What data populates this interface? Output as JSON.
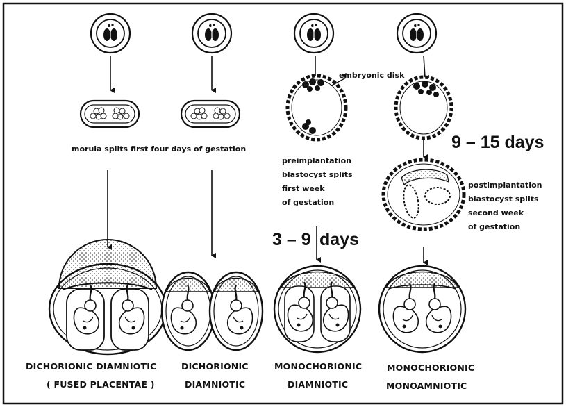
{
  "labels": {
    "morula_splits": "morula splits first four days of gestation",
    "embryonic_disk": "embryonic disk",
    "preimplantation_lines": [
      "preimplantation",
      "blastocyst splits",
      "first week",
      "of gestation"
    ],
    "postimplantation_lines": [
      "postimplantation",
      "blastocyst splits",
      "second week",
      "of gestation"
    ],
    "days_3_9_prefix": "3 – 9",
    "days_3_9_suffix": "days",
    "days_9_15": "9 – 15 days"
  },
  "captions": {
    "dichorionic_fused": {
      "line1": "DICHORIONIC  DIAMNIOTIC",
      "line2": "( FUSED PLACENTAE )"
    },
    "dichorionic": {
      "line1": "DICHORIONIC",
      "line2": "DIAMNIOTIC"
    },
    "monochorionic_diamniotic": {
      "line1": "MONOCHORIONIC",
      "line2": "DIAMNIOTIC"
    },
    "monochorionic_monoamniotic": {
      "line1": "MONOCHORIONIC",
      "line2": "MONOAMNIOTIC"
    }
  }
}
